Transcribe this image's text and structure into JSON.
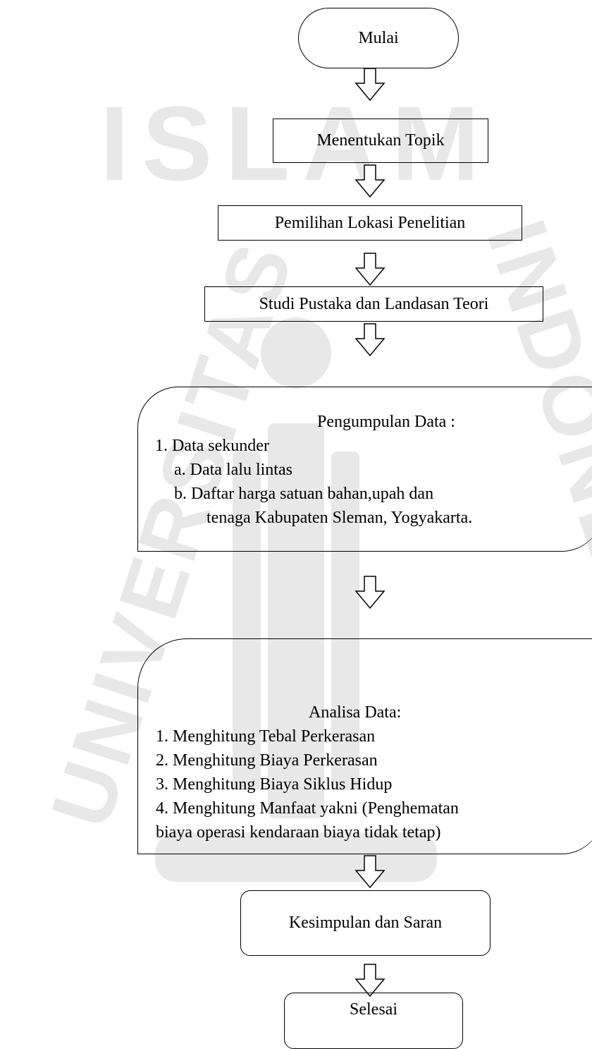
{
  "flowchart": {
    "start": "Mulai",
    "steps": {
      "topic": "Menentukan Topik",
      "location": "Pemilihan Lokasi Penelitian",
      "literature": "Studi Pustaka dan Landasan Teori"
    },
    "data_collection": {
      "title": "Pengumpulan Data :",
      "item1": "1. Data sekunder",
      "item1a": "a. Data lalu lintas",
      "item1b_line1": "b. Daftar harga satuan bahan,upah dan",
      "item1b_line2": "tenaga Kabupaten Sleman, Yogyakarta."
    },
    "analysis": {
      "title": "Analisa Data:",
      "items": [
        "1. Menghitung Tebal Perkerasan",
        "2. Menghitung Biaya Perkerasan",
        "3. Menghitung Biaya Siklus Hidup",
        "4. Menghitung Manfaat yakni (Penghematan"
      ],
      "item4_line2": "biaya operasi kendaraan biaya tidak tetap)"
    },
    "conclusion": "Kesimpulan dan Saran",
    "end": "Selesai"
  },
  "watermark": {
    "text_top": "ISLAM",
    "text_left": "UNIVERSITAS",
    "text_right": "INDONESIA",
    "color": "#e6e6e6"
  },
  "colors": {
    "line": "#000000",
    "background": "#ffffff"
  }
}
